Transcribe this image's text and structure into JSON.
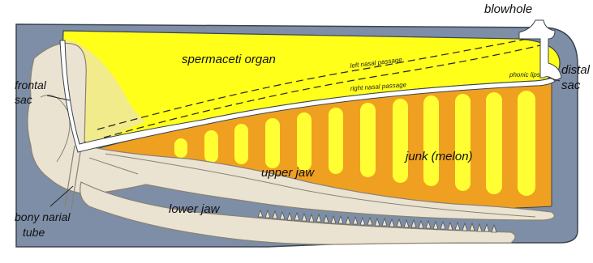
{
  "labels": {
    "blowhole": "blowhole",
    "spermaceti_organ": "spermaceti organ",
    "left_nasal_passage": "left nasal passage",
    "right_nasal_passage": "right nasal passage",
    "phonic_lips": "phonic lips",
    "distal_sac_line1": "distal",
    "distal_sac_line2": "sac",
    "frontal_sac_line1": "frontal",
    "frontal_sac_line2": "sac",
    "junk": "junk (melon)",
    "upper_jaw": "upper jaw",
    "lower_jaw": "lower jaw",
    "bony_narial_tube_line1": "bony narial",
    "bony_narial_tube_line2": "tube"
  },
  "colors": {
    "head": "#7d8ea6",
    "spermaceti": "#ffff1a",
    "junk": "#f0a020",
    "junk_bars": "#ffff33",
    "bone": "#ebe3d2",
    "bone_outline": "#8a8272",
    "passage": "#ffffff",
    "outline": "#3a4450"
  }
}
